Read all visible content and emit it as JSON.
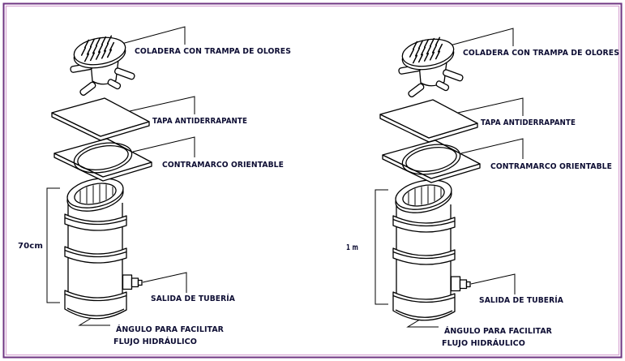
{
  "frame": {
    "background": "#ffffff",
    "outer_border_color": "#6f3582",
    "inner_border_color": "#d9a8d5"
  },
  "drawing": {
    "line_color": "#000000",
    "label_color": "#0d0d33"
  },
  "assemblies": [
    {
      "id": "left",
      "dimension_label": "70cm",
      "labels": {
        "coladera": "COLADERA CON TRAMPA DE OLORES",
        "tapa": "TAPA ANTIDERRAPANTE",
        "contramarco": "CONTRAMARCO ORIENTABLE",
        "salida": "SALIDA DE TUBERÍA",
        "angulo_line1": "ÁNGULO PARA FACILITAR",
        "angulo_line2": "FLUJO HIDRÁULICO"
      }
    },
    {
      "id": "right",
      "dimension_label": "1 m",
      "labels": {
        "coladera": "COLADERA CON TRAMPA DE OLORES",
        "tapa": "TAPA ANTIDERRAPANTE",
        "contramarco": "CONTRAMARCO ORIENTABLE",
        "salida": "SALIDA DE TUBERÍA",
        "angulo_line1": "ÁNGULO PARA FACILITAR",
        "angulo_line2": "FLUJO HIDRÁULICO"
      }
    }
  ]
}
